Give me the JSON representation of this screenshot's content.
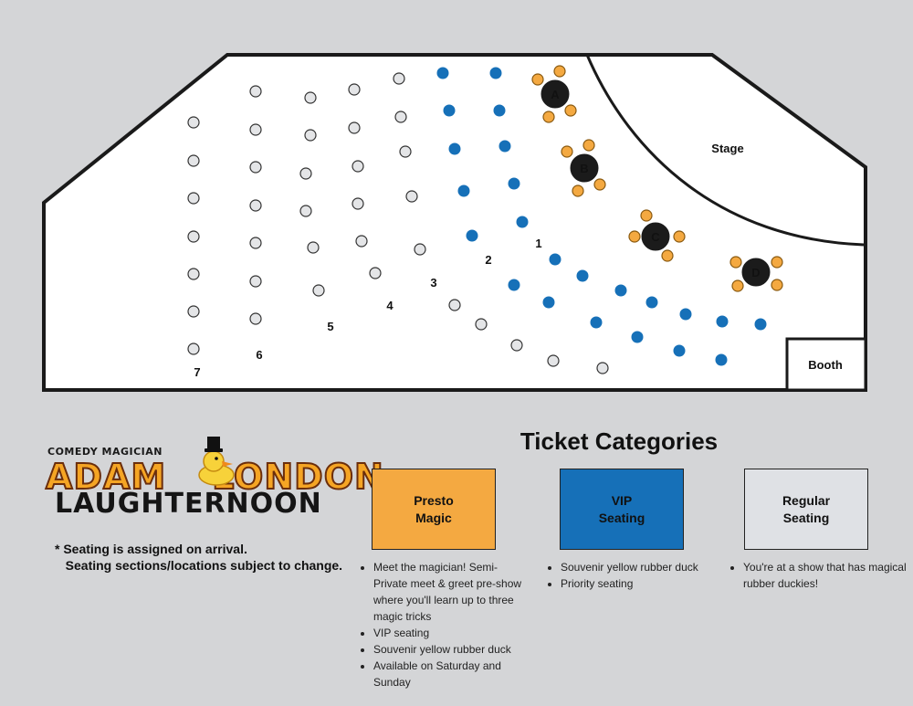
{
  "colors": {
    "background": "#d4d5d7",
    "presto": "#f4a941",
    "vip": "#1670b8",
    "regular": "#dfe1e5",
    "table": "#1b1b1b",
    "seat_outline": "#333333"
  },
  "map": {
    "stage_label": "Stage",
    "booth_label": "Booth",
    "row_labels": [
      "1",
      "2",
      "3",
      "4",
      "5",
      "6",
      "7"
    ],
    "table_labels": [
      "A",
      "B",
      "C",
      "D"
    ]
  },
  "logo": {
    "top_line": "COMEDY MAGICIAN",
    "first_name": "ADAM",
    "last_name": "LONDON",
    "subtitle": "LAUGHTERNOON",
    "mascot": "duck-with-top-hat"
  },
  "note": "* Seating is assigned on arrival.\n   Seating sections/locations subject to change.",
  "ticket_categories": {
    "title": "Ticket Categories",
    "items": [
      {
        "name": "Presto\nMagic",
        "color": "#f4a941",
        "benefits": [
          "Meet the magician! Semi-Private meet & greet pre-show where you'll learn up to three magic tricks",
          "VIP seating",
          "Souvenir yellow rubber duck",
          "Available on Saturday and Sunday"
        ]
      },
      {
        "name": "VIP\nSeating",
        "color": "#1670b8",
        "benefits": [
          "Souvenir yellow rubber duck",
          "Priority seating"
        ]
      },
      {
        "name": "Regular\nSeating",
        "color": "#dfe1e5",
        "benefits": [
          "You're at a show that has magical rubber duckies!"
        ]
      }
    ]
  }
}
